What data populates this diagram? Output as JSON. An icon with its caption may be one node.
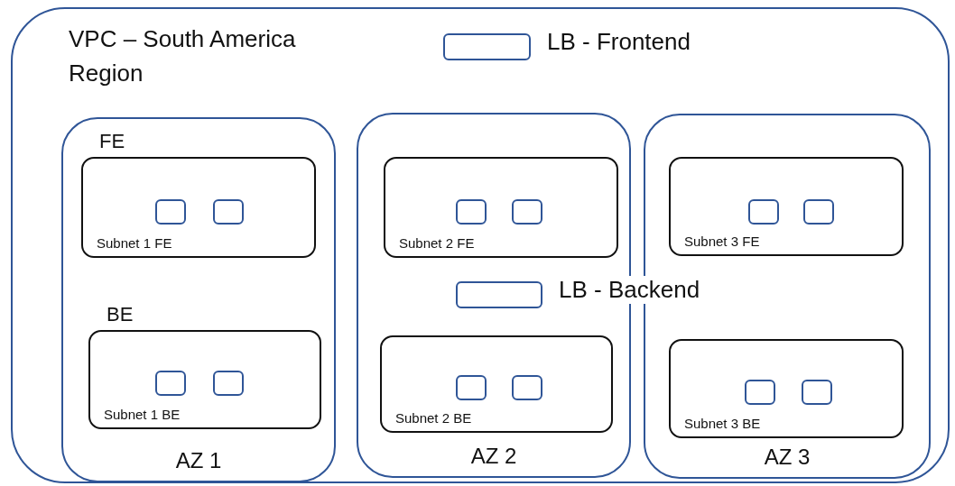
{
  "diagram": {
    "nodes": [
      {
        "text": [
          "VPC – South America Region"
        ]
      },
      {
        "text": [],
        "shape": "box",
        "beside": [
          "LB - Frontend"
        ],
        "in": 0
      },
      {
        "text": [
          "AZ 1"
        ],
        "in": 0
      },
      {
        "text": [
          "FE",
          "Subnet 1 FE"
        ],
        "in": 2
      },
      {
        "text": [],
        "shape": "box",
        "in": 3
      },
      {
        "text": [],
        "shape": "box",
        "in": 3
      },
      {
        "text": [
          "BE",
          "Subnet 1 BE"
        ],
        "in": 2
      },
      {
        "text": [],
        "shape": "box",
        "in": 6
      },
      {
        "text": [],
        "shape": "box",
        "in": 6
      },
      {
        "text": [
          "AZ 2"
        ],
        "in": 0
      },
      {
        "text": [
          "Subnet 2 FE"
        ],
        "in": 9
      },
      {
        "text": [],
        "shape": "box",
        "in": 10
      },
      {
        "text": [],
        "shape": "box",
        "in": 10
      },
      {
        "text": [],
        "shape": "box",
        "beside": [
          "LB - Backend"
        ],
        "in": 9
      },
      {
        "text": [
          "Subnet 2 BE"
        ],
        "in": 9
      },
      {
        "text": [],
        "shape": "box",
        "in": 14
      },
      {
        "text": [],
        "shape": "box",
        "in": 14
      },
      {
        "text": [
          "AZ 3"
        ],
        "in": 0
      },
      {
        "text": [
          "Subnet 3 FE"
        ],
        "in": 17
      },
      {
        "text": [],
        "shape": "box",
        "in": 18
      },
      {
        "text": [],
        "shape": "box",
        "in": 18
      },
      {
        "text": [
          "Subnet 3 BE"
        ],
        "in": 17
      },
      {
        "text": [],
        "shape": "box",
        "in": 21
      },
      {
        "text": [],
        "shape": "box",
        "in": 21
      }
    ]
  }
}
